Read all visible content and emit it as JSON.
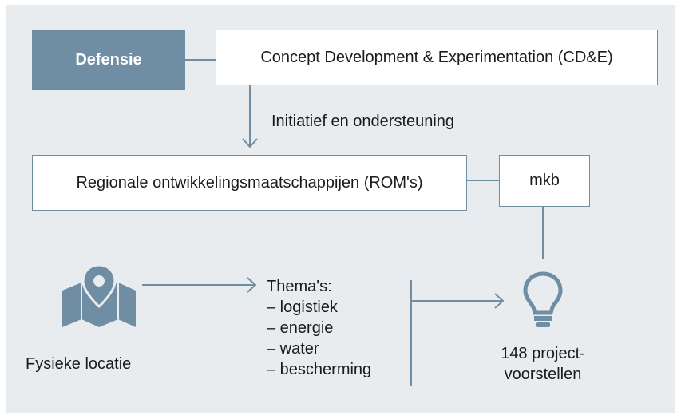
{
  "colors": {
    "background": "#e9ecef",
    "accent": "#6f8ea3",
    "box": "#ffffff"
  },
  "nodes": {
    "defensie": "Defensie",
    "cde": "Concept Development & Experimentation (CD&E)",
    "rom": "Regionale ontwikkelingsmaatschappijen (ROM's)",
    "mkb": "mkb"
  },
  "edge_label": "Initiatief en ondersteuning",
  "location": {
    "label": "Fysieke locatie",
    "icon": "map-pin-icon"
  },
  "themes": {
    "title": "Thema's:",
    "items": [
      "– logistiek",
      "– energie",
      "– water",
      "– bescherming"
    ]
  },
  "result": {
    "icon": "lightbulb-icon",
    "line1": "148 project-",
    "line2": "voorstellen"
  }
}
